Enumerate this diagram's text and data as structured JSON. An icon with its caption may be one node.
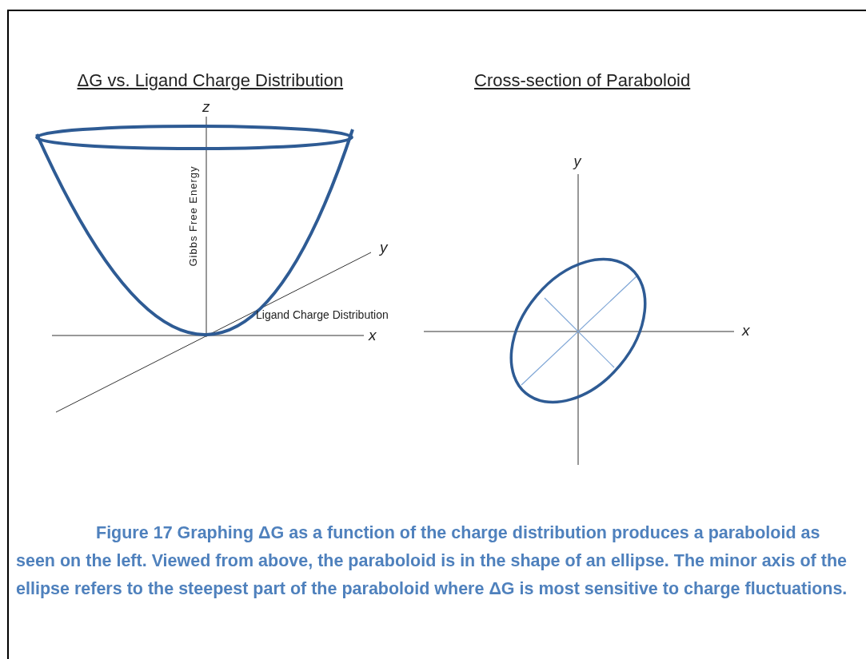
{
  "diagram": {
    "caption": "Figure 17 Graphing ΔG as a function of the charge distribution produces a paraboloid as seen on the left. Viewed from above, the paraboloid is in the shape of an ellipse. The minor axis of the ellipse refers to the steepest part of the paraboloid where ΔG is most sensitive to charge fluctuations.",
    "labels": [
      "ΔG vs. Ligand Charge Distribution",
      "Cross-section of Paraboloid",
      "z",
      "y",
      "Gibbs Free Energy",
      "y",
      "Ligand Charge Distribution",
      "x",
      "x"
    ]
  }
}
